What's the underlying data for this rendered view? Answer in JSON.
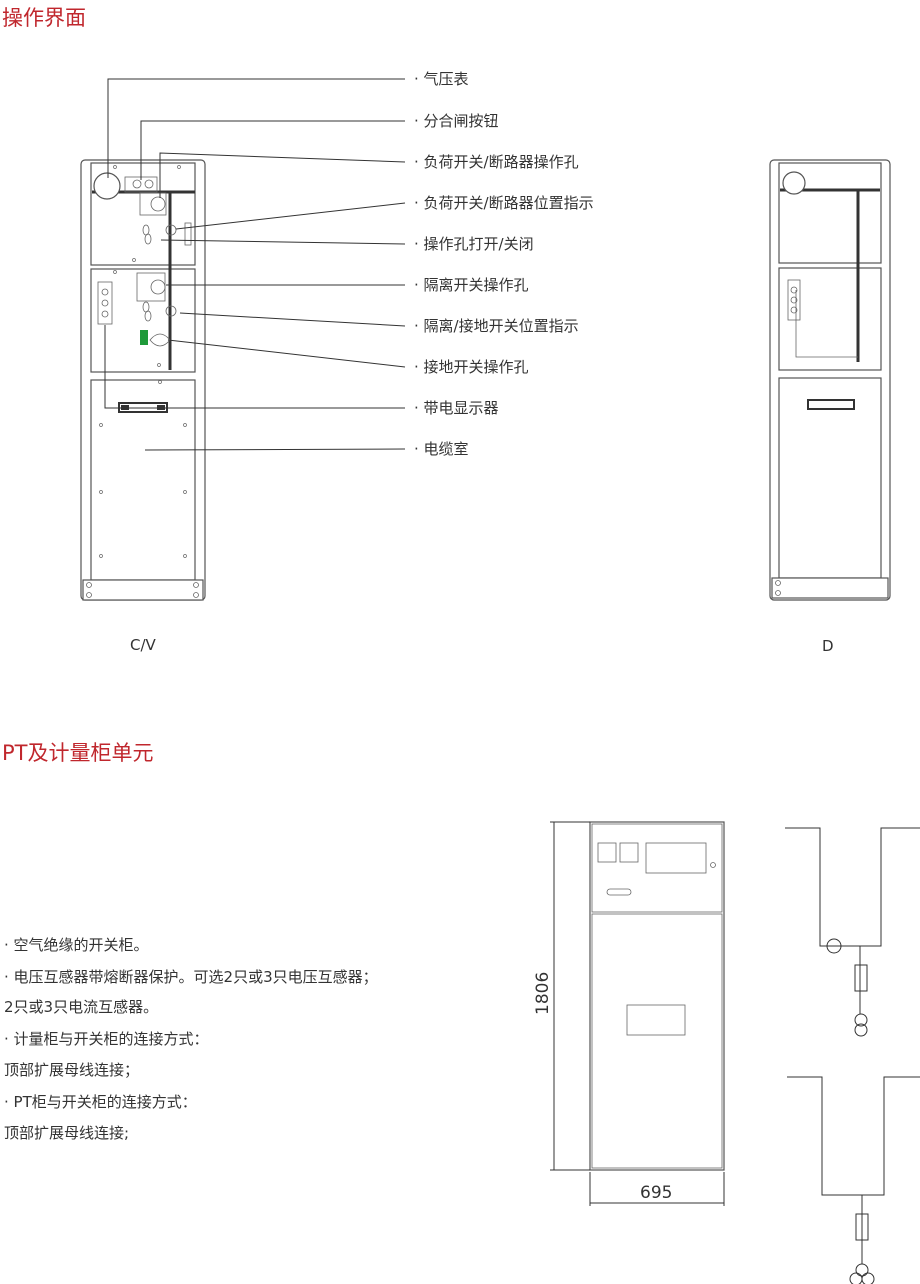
{
  "section1": {
    "title": "操作界面",
    "callouts": [
      "· 气压表",
      "· 分合闸按钮",
      "· 负荷开关/断路器操作孔",
      "· 负荷开关/断路器位置指示",
      "· 操作孔打开/关闭",
      "· 隔离开关操作孔",
      "· 隔离/接地开关位置指示",
      "· 接地开关操作孔",
      "· 带电显示器",
      "· 电缆室"
    ],
    "cabinet_labels": [
      "C/V",
      "D"
    ]
  },
  "section2": {
    "title": "PT及计量柜单元",
    "features": [
      "· 空气绝缘的开关柜。",
      "· 电压互感器带熔断器保护。可选2只或3只电压互感器；",
      "2只或3只电流互感器。",
      "· 计量柜与开关柜的连接方式：",
      "顶部扩展母线连接；",
      "· PT柜与开关柜的连接方式：",
      "顶部扩展母线连接;"
    ],
    "dimensions": {
      "height": "1806",
      "width": "695"
    }
  },
  "colors": {
    "accent": "#c0272d",
    "indicator_green": "#1f9a3a"
  }
}
